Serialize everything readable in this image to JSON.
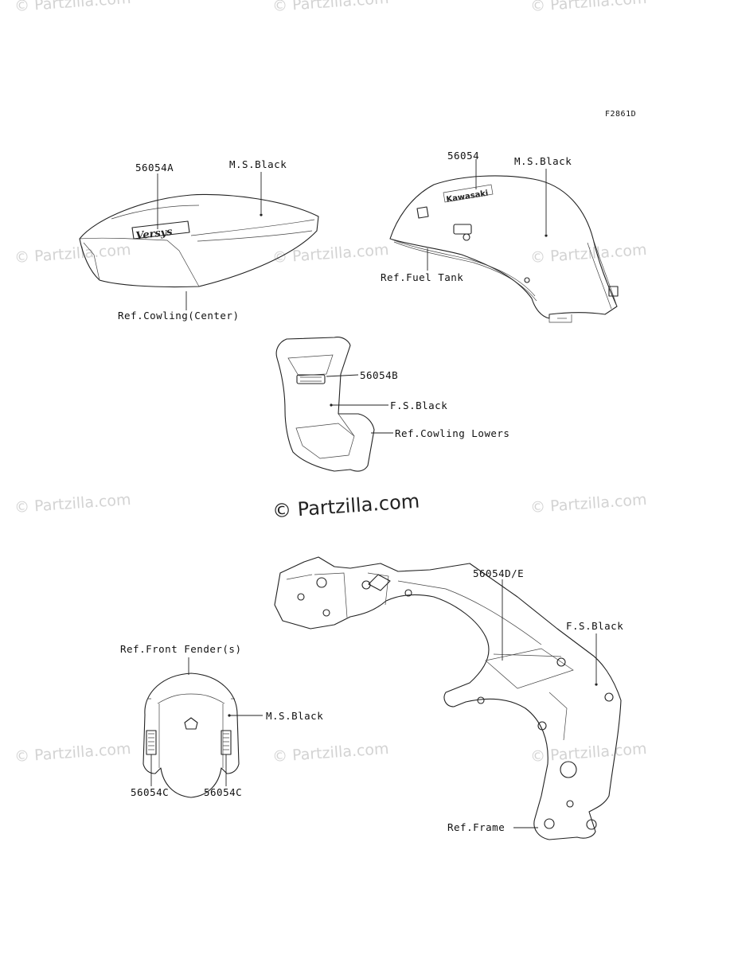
{
  "diagram": {
    "code": "F2861D",
    "watermark_small": "© Partzilla.com",
    "watermark_main": "© Partzilla.com"
  },
  "labels": {
    "p56054A": "56054A",
    "ms_black_1": "M.S.Black",
    "ref_cowling_center": "Ref.Cowling(Center)",
    "p56054": "56054",
    "ms_black_2": "M.S.Black",
    "ref_fuel_tank": "Ref.Fuel Tank",
    "p56054B": "56054B",
    "fs_black_1": "F.S.Black",
    "ref_cowling_lowers": "Ref.Cowling Lowers",
    "p56054DE": "56054D/E",
    "fs_black_2": "F.S.Black",
    "ref_front_fender": "Ref.Front Fender(s)",
    "ms_black_3": "M.S.Black",
    "p56054C_left": "56054C",
    "p56054C_right": "56054C",
    "ref_frame": "Ref.Frame"
  },
  "decal_text": {
    "versys": "Versys",
    "kawasaki": "Kawasaki"
  }
}
